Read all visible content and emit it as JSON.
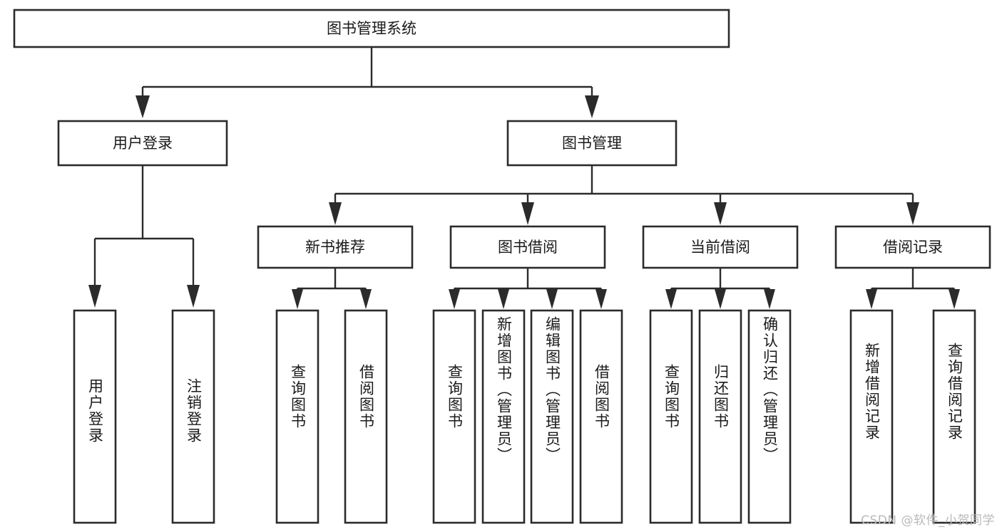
{
  "diagram": {
    "type": "tree-hierarchy",
    "title": "图书管理系统",
    "root": {
      "id": "root",
      "label": "图书管理系统",
      "orientation": "horizontal"
    },
    "level2": [
      {
        "id": "user-login",
        "label": "用户登录",
        "orientation": "horizontal"
      },
      {
        "id": "book-management",
        "label": "图书管理",
        "orientation": "horizontal"
      }
    ],
    "level3": [
      {
        "id": "new-book-recommend",
        "label": "新书推荐",
        "orientation": "horizontal",
        "parent": "book-management"
      },
      {
        "id": "book-borrow",
        "label": "图书借阅",
        "orientation": "horizontal",
        "parent": "book-management"
      },
      {
        "id": "current-borrow",
        "label": "当前借阅",
        "orientation": "horizontal",
        "parent": "book-management"
      },
      {
        "id": "borrow-record",
        "label": "借阅记录",
        "orientation": "horizontal",
        "parent": "book-management"
      }
    ],
    "leaves": [
      {
        "id": "leaf-user-login",
        "label": "用户登录",
        "parent": "user-login",
        "orientation": "vertical"
      },
      {
        "id": "leaf-logout",
        "label": "注销登录",
        "parent": "user-login",
        "orientation": "vertical"
      },
      {
        "id": "leaf-query-book-1",
        "label": "查询图书",
        "parent": "new-book-recommend",
        "orientation": "vertical"
      },
      {
        "id": "leaf-borrow-book-1",
        "label": "借阅图书",
        "parent": "new-book-recommend",
        "orientation": "vertical"
      },
      {
        "id": "leaf-query-book-2",
        "label": "查询图书",
        "parent": "book-borrow",
        "orientation": "vertical"
      },
      {
        "id": "leaf-add-book",
        "label": "新增图书（管理员）",
        "parent": "book-borrow",
        "orientation": "vertical"
      },
      {
        "id": "leaf-edit-book",
        "label": "编辑图书（管理员）",
        "parent": "book-borrow",
        "orientation": "vertical"
      },
      {
        "id": "leaf-borrow-book-2",
        "label": "借阅图书",
        "parent": "book-borrow",
        "orientation": "vertical"
      },
      {
        "id": "leaf-query-book-3",
        "label": "查询图书",
        "parent": "current-borrow",
        "orientation": "vertical"
      },
      {
        "id": "leaf-return-book",
        "label": "归还图书",
        "parent": "current-borrow",
        "orientation": "vertical"
      },
      {
        "id": "leaf-confirm-return",
        "label": "确认归还（管理员）",
        "parent": "current-borrow",
        "orientation": "vertical"
      },
      {
        "id": "leaf-add-record",
        "label": "新增借阅记录",
        "parent": "borrow-record",
        "orientation": "vertical"
      },
      {
        "id": "leaf-query-record",
        "label": "查询借阅记录",
        "parent": "borrow-record",
        "orientation": "vertical"
      }
    ],
    "colors": {
      "box_fill": "#ffffff",
      "box_stroke": "#2b2b2b",
      "connector": "#2b2b2b",
      "text": "#1a1a1a",
      "watermark": "#b9b9b9",
      "background": "#ffffff"
    }
  },
  "watermark": {
    "text": "CSDN @软件_小贺同学"
  }
}
